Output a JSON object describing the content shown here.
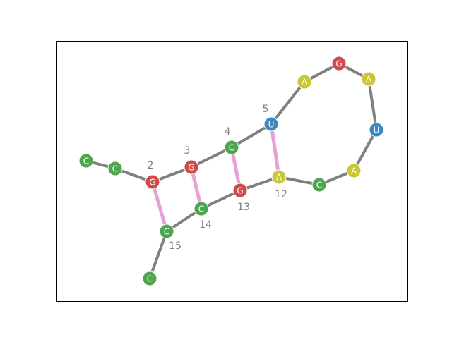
{
  "diagram": {
    "type": "rna-secondary-structure",
    "colors": {
      "A": "#c8c832",
      "C": "#4ea54e",
      "G": "#d04a4a",
      "U": "#3d87c0",
      "backbone": "#808080",
      "pair": "#e8a0d8",
      "frame": "#000000",
      "node_stroke": "#ffffff",
      "index_text": "#808080"
    },
    "nucleotides": [
      {
        "id": 0,
        "base": "C",
        "label": ""
      },
      {
        "id": 1,
        "base": "C",
        "label": ""
      },
      {
        "id": 2,
        "base": "G",
        "label": "2"
      },
      {
        "id": 3,
        "base": "G",
        "label": "3"
      },
      {
        "id": 4,
        "base": "C",
        "label": "4"
      },
      {
        "id": 5,
        "base": "U",
        "label": "5"
      },
      {
        "id": 6,
        "base": "A",
        "label": ""
      },
      {
        "id": 7,
        "base": "G",
        "label": ""
      },
      {
        "id": 8,
        "base": "A",
        "label": ""
      },
      {
        "id": 9,
        "base": "U",
        "label": ""
      },
      {
        "id": 10,
        "base": "A",
        "label": ""
      },
      {
        "id": 11,
        "base": "C",
        "label": ""
      },
      {
        "id": 12,
        "base": "A",
        "label": "12"
      },
      {
        "id": 13,
        "base": "G",
        "label": "13"
      },
      {
        "id": 14,
        "base": "C",
        "label": "14"
      },
      {
        "id": 15,
        "base": "C",
        "label": "15"
      },
      {
        "id": 16,
        "base": "C",
        "label": ""
      }
    ],
    "pairs": [
      [
        2,
        15
      ],
      [
        3,
        14
      ],
      [
        4,
        13
      ],
      [
        5,
        12
      ]
    ]
  }
}
